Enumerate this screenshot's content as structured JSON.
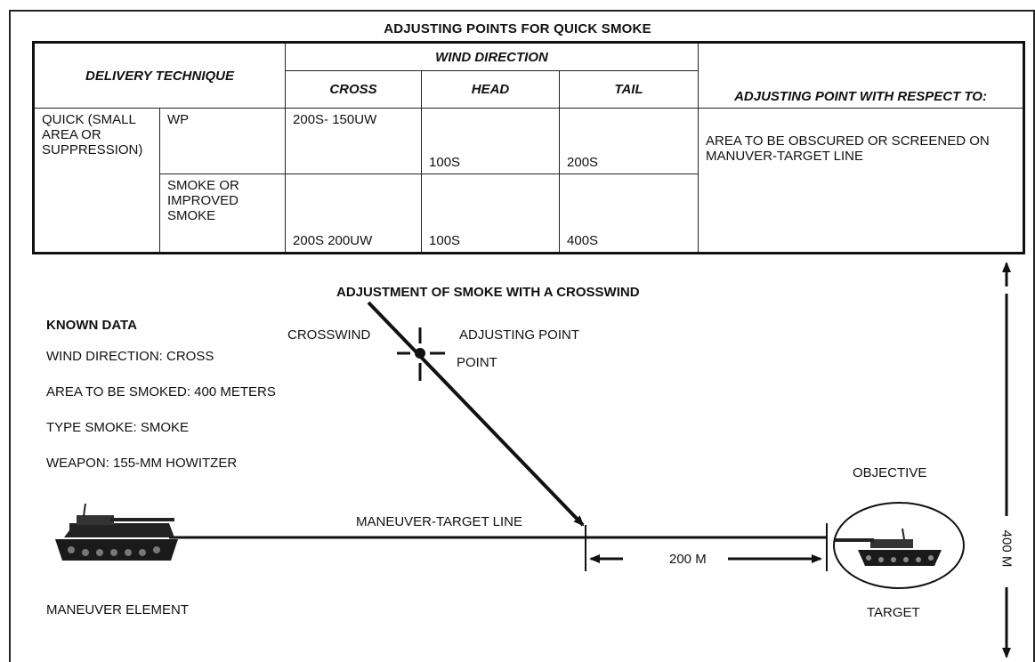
{
  "title": "ADJUSTING POINTS FOR QUICK SMOKE",
  "table": {
    "headers": {
      "delivery_technique": "DELIVERY TECHNIQUE",
      "wind_direction": "WIND  DIRECTION",
      "cross": "CROSS",
      "head": "HEAD",
      "tail": "TAIL",
      "adjusting_point": "ADJUSTING POINT WITH RESPECT TO:"
    },
    "technique": "QUICK (SMALL AREA  OR SUPPRESSION)",
    "rows": [
      {
        "type": "WP",
        "cross": "200S- 150UW",
        "head": "100S",
        "tail": "200S"
      },
      {
        "type": "SMOKE OR IMPROVED SMOKE",
        "cross": "200S 200UW",
        "head": "100S",
        "tail": "400S"
      }
    ],
    "adjusting_point_value": "AREA TO BE OBSCURED OR SCREENED ON MANUVER-TARGET LINE"
  },
  "diagram": {
    "title": "ADJUSTMENT OF SMOKE WITH A CROSSWIND",
    "known_data_heading": "KNOWN DATA",
    "known_data": [
      "WIND DIRECTION: CROSS",
      "AREA TO BE SMOKED: 400 METERS",
      "TYPE SMOKE: SMOKE",
      "WEAPON: 155-MM HOWITZER"
    ],
    "crosswind_label": "CROSSWIND",
    "adjusting_point_label": "ADJUSTING POINT",
    "point_label": "POINT",
    "maneuver_target_line_label": "MANEUVER-TARGET LINE",
    "distance_label": "200 M",
    "objective_label": "OBJECTIVE",
    "target_label": "TARGET",
    "maneuver_element_label": "MANEUVER ELEMENT",
    "area_height_label": "400 M"
  }
}
